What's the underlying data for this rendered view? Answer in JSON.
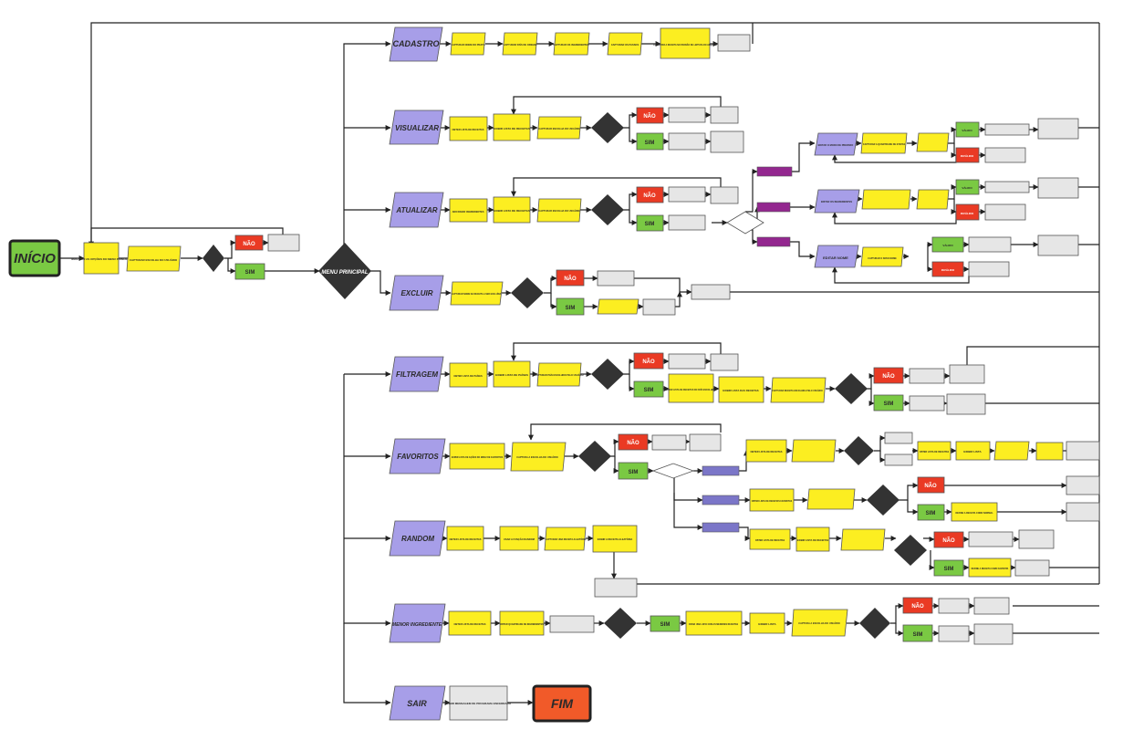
{
  "nodes": {
    "inicio": "INÍCIO",
    "mostrar_opcoes": "MOSTRAR AS OPÇÕES DO MENU PRINCIPAL",
    "capturar_escolha_usuario": "CAPTURAR ESCOLHA DO USUÁRIO",
    "nao": "NÃO",
    "sim": "SIM",
    "menu_principal": "MENU PRINCIPAL",
    "cadastro": "CADASTRO",
    "visualizar": "VISUALIZAR",
    "atualizar": "ATUALIZAR",
    "excluir": "EXCLUIR",
    "filtragem": "FILTRAGEM",
    "favoritos": "FAVORITOS",
    "random": "RANDOM",
    "menor_ingrediente": "MENOR INGREDIENTE",
    "sair": "SAIR",
    "fim": "FIM",
    "capturar_nome_prato": "CAPTURAR NOME DO PRATO",
    "capturar_pais_origem": "CAPTURAR PAÍS DE ORIGEM",
    "capturar_ingredientes": "CAPTURAR OS INGREDIENTES",
    "capturar_passos": "CAPTURAR OS PASSOS",
    "formatar_receita": "FORMATAR A RECEITA NO PADRÃO DE LEITURA DO ARQUIVO",
    "obter_lista_receitas": "OBTER LISTA DE RECEITAS",
    "exibir_lista_receitas": "EXIBIR LISTA DE RECEITAS",
    "capturar_escolha_usuario2": "CAPTURAR ESCOLHA DO USUÁRIO",
    "adicionar_ingredientes": "ADICIONAR INGREDIENTES",
    "editar_modo_preparo": "EDITAR O MODO DE PREPARO",
    "editar_ingredientes": "EDITAR OS INGREDIENTES",
    "editar_nome": "EDITAR NOME",
    "capturar_quantidade_etapas": "CAPTURAR A QUANTIDADE DE ETAPAS",
    "capturar_novo_nome": "CAPTURAR O NOVO NOME",
    "valido": "VÁLIDO",
    "invalido": "INVÁLIDO",
    "capturar_nome_excluida": "CAPTURAR NOME DA RECEITA A SER EXCLUÍDA",
    "obter_lista_paises": "OBTER LISTA DE PAÍSES",
    "exibir_lista_paises": "EXIBIR LISTA DE PAÍSES",
    "capturar_pais_escolhido": "CAPTURAR PAÍS ESCOLHIDO PELO USUÁRIO",
    "obter_lista_pais_escolhido": "OBTER LISTA DE RECEITAS DO PAÍS ESCOLHIDO",
    "exibir_lista_das_receitas": "EXIBIR LISTA DAS RECEITAS",
    "capturar_receita_escolhida": "CAPTURAR RECEITA ESCOLHIDA PELO USUÁRIO",
    "exibir_lista_acoes_favoritos": "EXIBIR LISTA DE AÇÕES DO MENU DE FAVORITOS",
    "captura_escolha_usuario": "CAPTURA A ESCOLHA DO USUÁRIO",
    "obter_lista_receitas_favoritas": "OBTER LISTA DE RECEITAS FAVORITAS",
    "exibir_lista": "EXIBIR LISTA",
    "define_receita_favorita": "DEFINE A RECEITA COMO FAVORITA",
    "define_receita_normal": "DEFINE A RECEITA COMO NORMAL",
    "usar_funcao_random": "USAR A FUNÇÃO RANDOM",
    "capturar_receita_aleatoria": "CAPTURAR UMA RECEITA ALEATÓRIA",
    "exibir_receita_aleatoria": "EXIBIR A RECEITA ALEATÓRIA",
    "obter_quantidade_ingredientes": "OBTER QUANTIDADE DE INGREDIENTES",
    "criar_lista_menores": "CRIAR UMA LISTA COM AS MENORES RECEITAS",
    "exibir_mensagem_encerrado": "EXIBIR MENSAGEM DE PROGRAMA ENCERRADO"
  }
}
